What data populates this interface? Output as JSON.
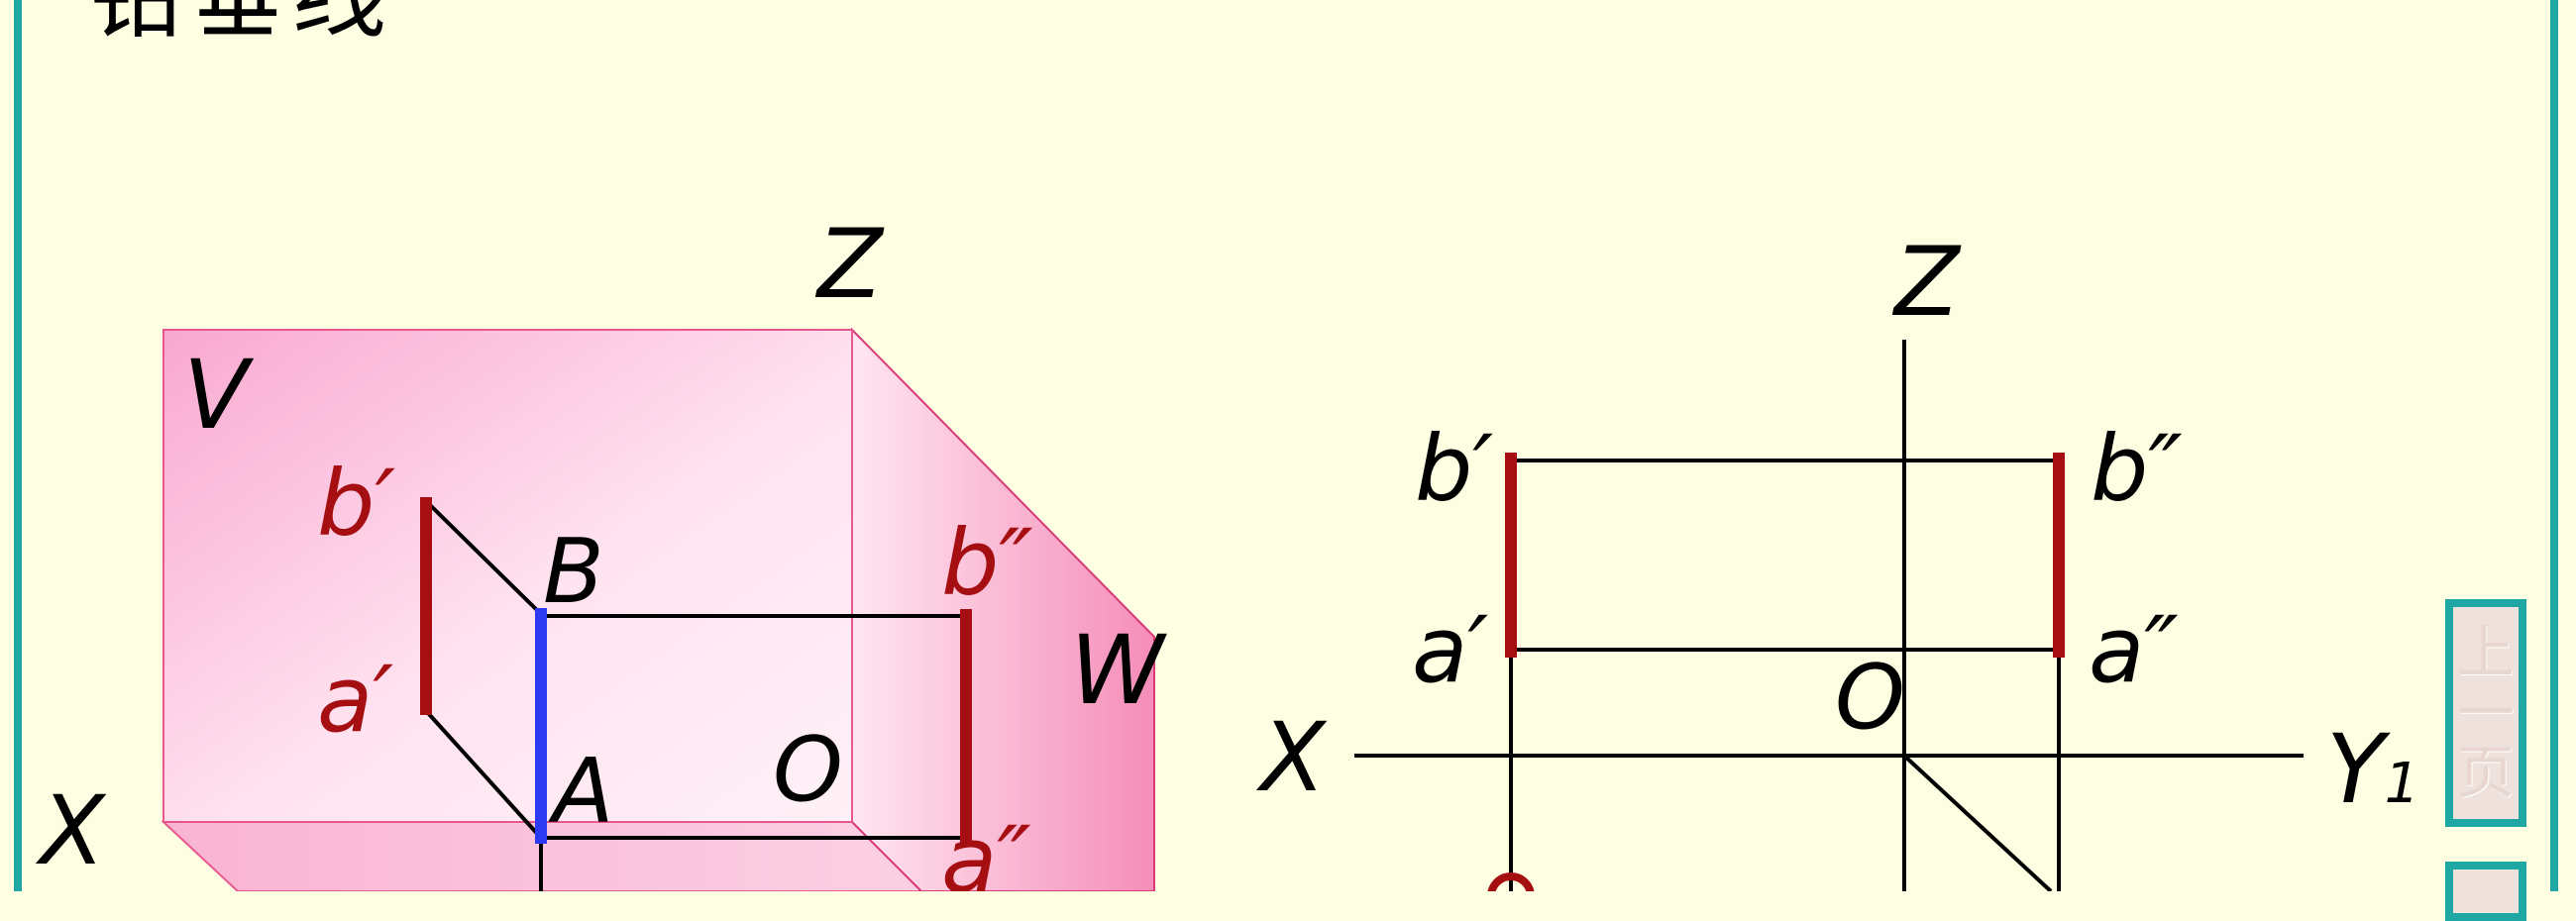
{
  "title": "铅垂线",
  "left_diagram": {
    "axis_z": "Z",
    "axis_x": "X",
    "plane_v": "V",
    "plane_w": "W",
    "origin": "O",
    "point_b_prime": "b′",
    "point_a_prime": "a′",
    "point_b": "B",
    "point_a": "A",
    "point_b_dprime": "b″",
    "point_a_dprime": "a″"
  },
  "right_diagram": {
    "axis_z": "Z",
    "axis_x": "X",
    "axis_y1": "Y",
    "axis_y1_sub": "1",
    "origin": "O",
    "point_b_prime": "b′",
    "point_a_prime": "a′",
    "point_b_dprime": "b″",
    "point_a_dprime": "a″"
  },
  "nav": {
    "prev_char1": "上",
    "prev_char2": "一",
    "prev_char3": "页"
  },
  "colors": {
    "background": "#FEFEE3",
    "frame": "#1FA7A3",
    "projection_red": "#A50F12",
    "line_blue": "#2D3BF0",
    "plane_pink": "#F8A9CF"
  }
}
